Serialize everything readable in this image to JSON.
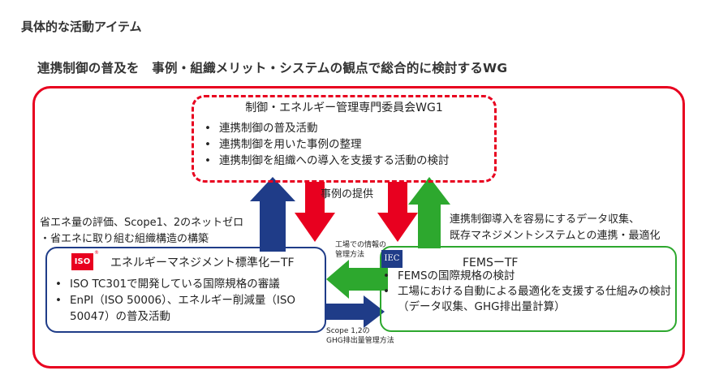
{
  "page_title": "具体的な活動アイテム",
  "subtitle": "連携制御の普及を　事例・組織メリット・システムの観点で総合的に検討するWG",
  "wg1": {
    "title": "制御・エネルギー管理専門委員会WG1",
    "items": [
      "連携制御の普及活動",
      "連携制御を用いた事例の整理",
      "連携制御を組織への導入を支援する活動の検討"
    ]
  },
  "case_label": "事例の提供",
  "left_note": {
    "line1": "省エネ量の評価、Scope1、2のネットゼロ",
    "line2": "・省エネに取り組む組織構造の構築"
  },
  "right_note": {
    "line1": "連携制御導入を容易にするデータ収集、",
    "line2": "既存マネジメントシステムとの連携・最適化"
  },
  "info_label": {
    "line1": "工場での情報の",
    "line2": "管理方法"
  },
  "scope_label": {
    "line1": "Scope 1,2の",
    "line2": "GHG排出量管理方法"
  },
  "iso_box": {
    "logo_text": "ISO",
    "logo_mark": "®",
    "title": "エネルギーマネジメント標準化ーTF",
    "items": [
      "ISO TC301で開発している国際規格の審議",
      "EnPI（ISO 50006）、エネルギー削減量（ISO 50047）の普及活動"
    ]
  },
  "fems_box": {
    "logo_text": "IEC",
    "title": "FEMSーTF",
    "items": [
      "FEMSの国際規格の検討",
      "工場における自動による最適化を支援する仕組みの検討（データ収集、GHG排出量計算）"
    ]
  },
  "colors": {
    "red": "#e8001f",
    "navy": "#1f3c88",
    "green": "#2da82e"
  }
}
